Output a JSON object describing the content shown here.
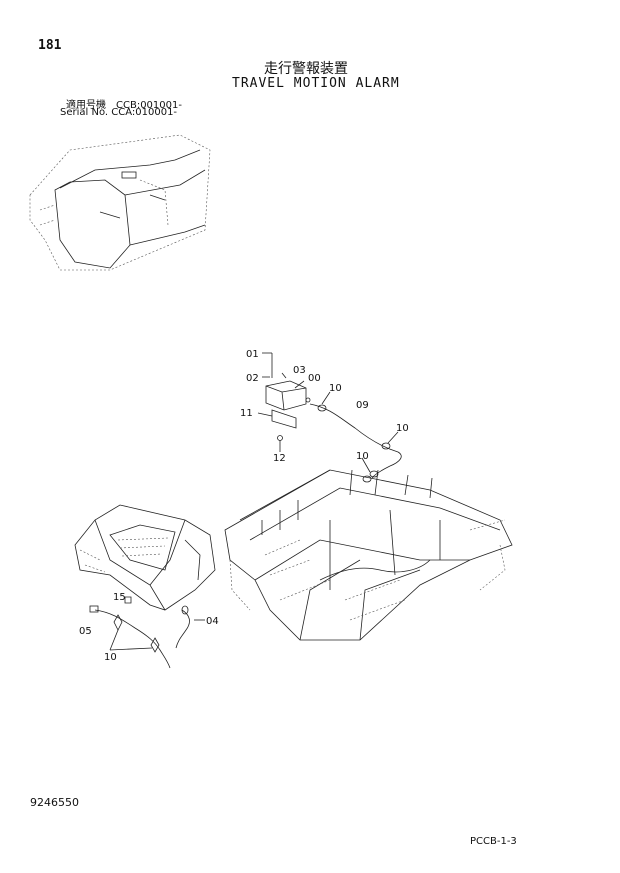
{
  "header": {
    "page_number": "181",
    "title_ja": "走行警報装置",
    "title_en": "TRAVEL MOTION ALARM",
    "serial_ja": "適用号機　CCB:001001-",
    "serial_en": "Serial No. CCA:010001-"
  },
  "callouts": [
    {
      "id": "01",
      "text": "01"
    },
    {
      "id": "02",
      "text": "02"
    },
    {
      "id": "03",
      "text": "03"
    },
    {
      "id": "00",
      "text": "00"
    },
    {
      "id": "10a",
      "text": "10"
    },
    {
      "id": "09",
      "text": "09"
    },
    {
      "id": "11",
      "text": "11"
    },
    {
      "id": "10b",
      "text": "10"
    },
    {
      "id": "12",
      "text": "12"
    },
    {
      "id": "10c",
      "text": "10"
    },
    {
      "id": "15",
      "text": "15"
    },
    {
      "id": "04",
      "text": "04"
    },
    {
      "id": "05",
      "text": "05"
    },
    {
      "id": "10d",
      "text": "10"
    }
  ],
  "footer": {
    "doc_number": "9246550",
    "page_code": "PCCB-1-3"
  }
}
